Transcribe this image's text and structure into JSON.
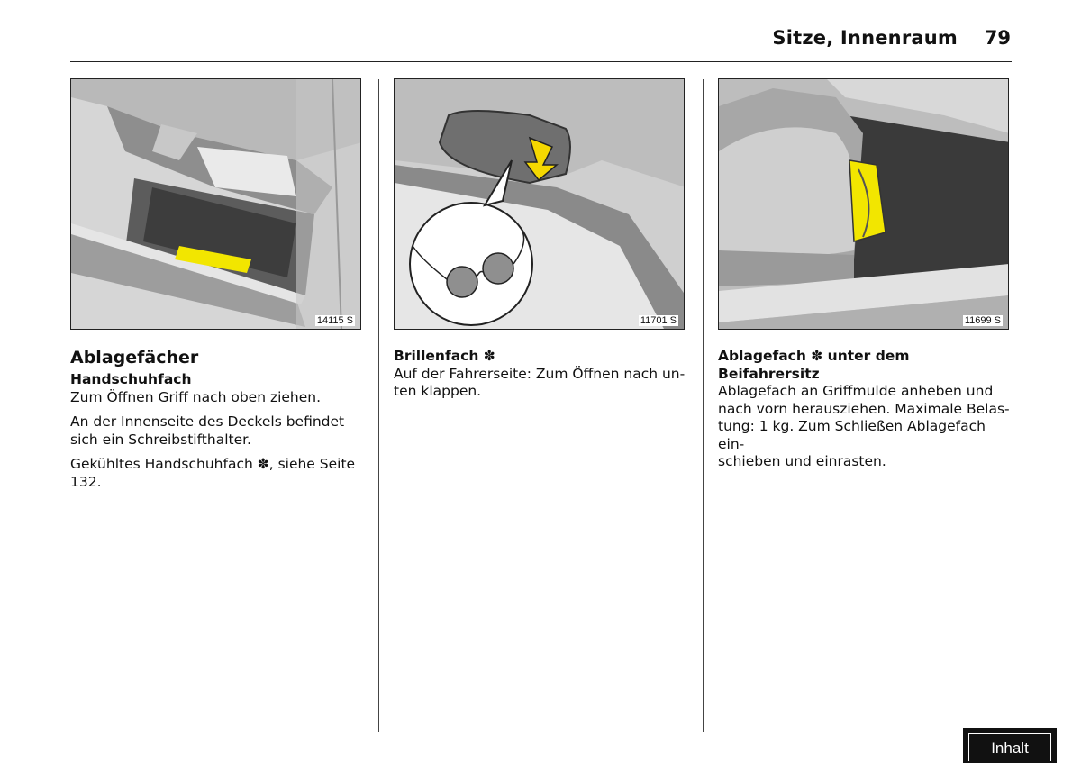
{
  "header": {
    "title": "Sitze, Innenraum",
    "page_number": "79"
  },
  "figures": [
    {
      "code": "14115 S",
      "icon": "glovebox-illustration"
    },
    {
      "code": "11701 S",
      "icon": "sunglasses-holder-illustration"
    },
    {
      "code": "11699 S",
      "icon": "under-seat-drawer-illustration"
    }
  ],
  "column1": {
    "heading": "Ablagefächer",
    "subheading": "Handschuhfach",
    "para1": "Zum Öffnen Griff nach oben ziehen.",
    "para2": "An der Innenseite des Deckels befindet sich ein Schreibstifthalter.",
    "para3": "Gekühltes Handschuhfach ✽, siehe Seite 132."
  },
  "column2": {
    "heading": "Brillenfach ✽",
    "para1_line1": "Auf der Fahrerseite: Zum Öffnen nach un-",
    "para1_line2": "ten klappen."
  },
  "column3": {
    "heading": "Ablagefach ✽ unter dem Beifahrersitz",
    "line1": "Ablagefach an Griffmulde anheben und",
    "line2": "nach vorn herausziehen. Maximale Belas-",
    "line3": "tung: 1 kg. Zum Schließen Ablagefach ein-",
    "line4": "schieben und einrasten."
  },
  "nav": {
    "contents_label": "Inhalt"
  },
  "colors": {
    "highlight_yellow": "#f2e600",
    "arrow_yellow": "#f5d800"
  }
}
